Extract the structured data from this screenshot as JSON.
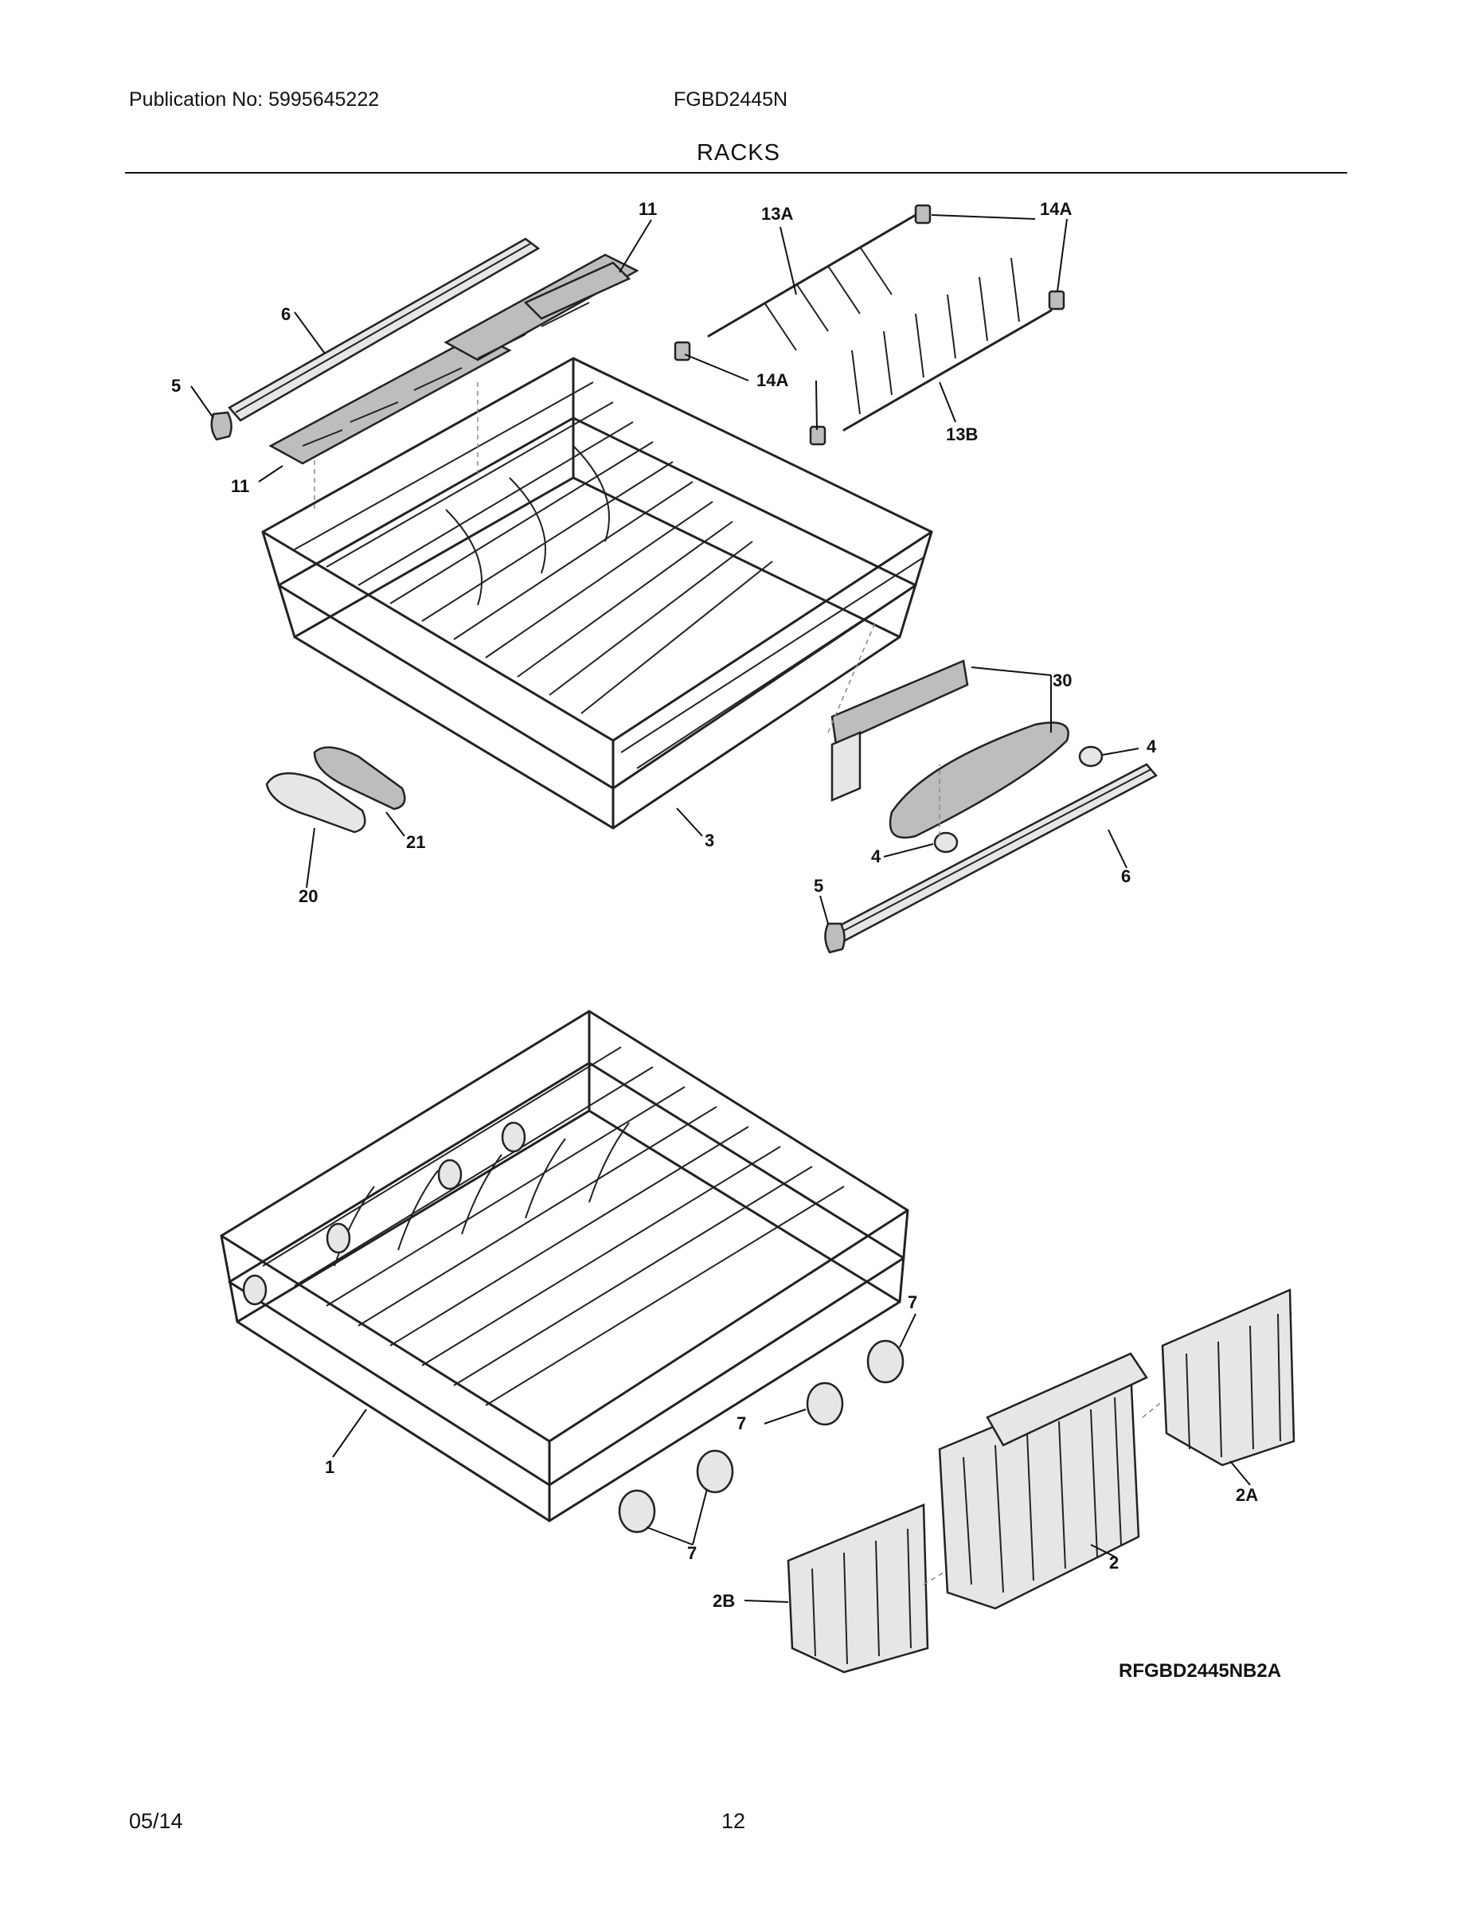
{
  "header": {
    "publication": "Publication No: 5995645222",
    "model": "FGBD2445N",
    "section_title": "RACKS"
  },
  "footer": {
    "date": "05/14",
    "page": "12"
  },
  "diagram": {
    "drawing_code": "RFGBD2445NB2A",
    "callouts": {
      "c11a": "11",
      "c11b": "11",
      "c6a": "6",
      "c5a": "5",
      "c13a": "13A",
      "c14a1": "14A",
      "c14a2": "14A",
      "c13b": "13B",
      "c30": "30",
      "c4a": "4",
      "c4b": "4",
      "c6b": "6",
      "c5b": "5",
      "c21": "21",
      "c20": "20",
      "c3": "3",
      "c7a": "7",
      "c7b": "7",
      "c7c": "7",
      "c1": "1",
      "c2a": "2A",
      "c2": "2",
      "c2b": "2B"
    }
  }
}
